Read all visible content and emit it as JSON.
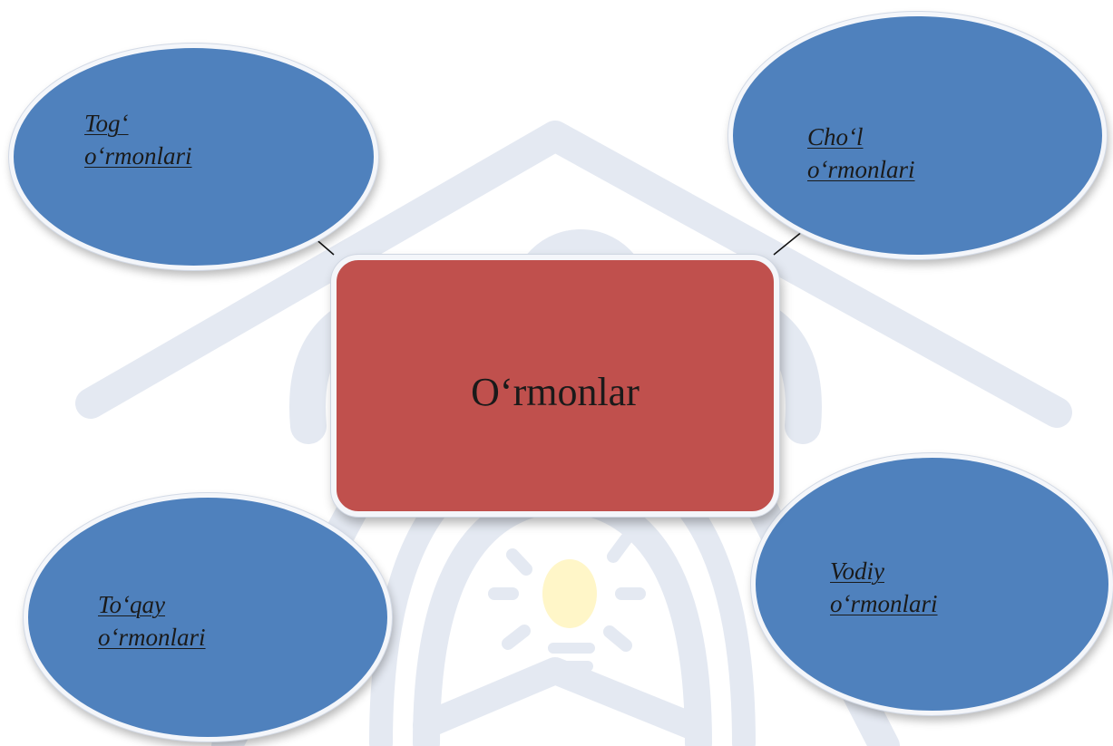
{
  "diagram": {
    "center": {
      "label": "O‘rmonlar",
      "fill": "#c0504d"
    },
    "nodes": [
      {
        "id": "tog",
        "lines": [
          "Tog‘",
          "o‘rmonlari"
        ]
      },
      {
        "id": "chol",
        "lines": [
          "Cho‘l",
          "o‘rmonlari"
        ]
      },
      {
        "id": "toqay",
        "lines": [
          "To‘qay",
          "o‘rmonlari"
        ]
      },
      {
        "id": "vodiy",
        "lines": [
          "Vodiy",
          "o‘rmonlari"
        ]
      }
    ],
    "node_fill": "#4f81bd",
    "watermark_color": "#e4e9f2",
    "watermark_accent": "#fff6c8"
  }
}
